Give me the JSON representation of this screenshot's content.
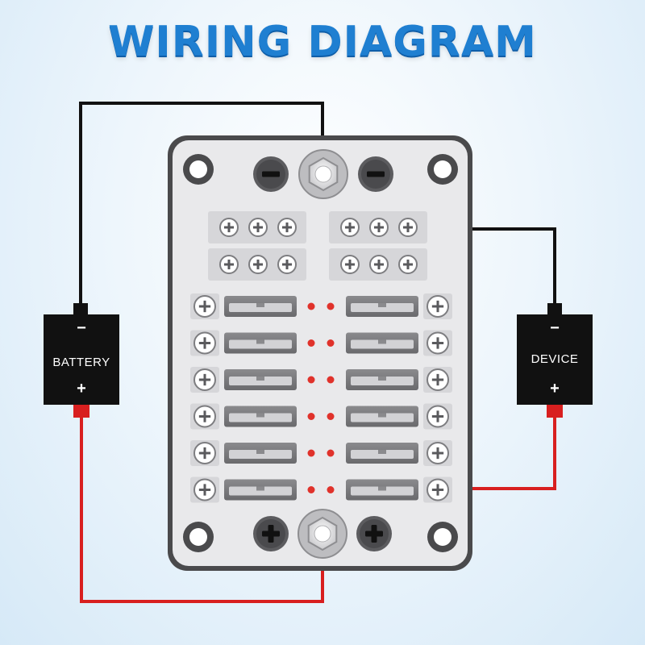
{
  "title": "WIRING DIAGRAM",
  "battery": {
    "label": "BATTERY",
    "negative": "−",
    "positive": "+"
  },
  "device": {
    "label": "DEVICE",
    "negative": "−",
    "positive": "+"
  },
  "fuse_block": {
    "fuse_rows": 6,
    "fuses_per_row": 2,
    "negative_terminal_groups": 4,
    "screws_per_group": 3
  },
  "colors": {
    "title": "#1f7fd1",
    "negative_wire": "#111111",
    "positive_wire": "#d81f1f",
    "block_body": "#e9e9eb",
    "block_frame": "#4a4a4c",
    "fuse_indicator": "#e0322b",
    "box": "#111111"
  },
  "icons": [
    "screw-terminal-icon",
    "negative-stud-icon",
    "positive-stud-icon",
    "hex-nut-icon",
    "mounting-hole-icon"
  ]
}
